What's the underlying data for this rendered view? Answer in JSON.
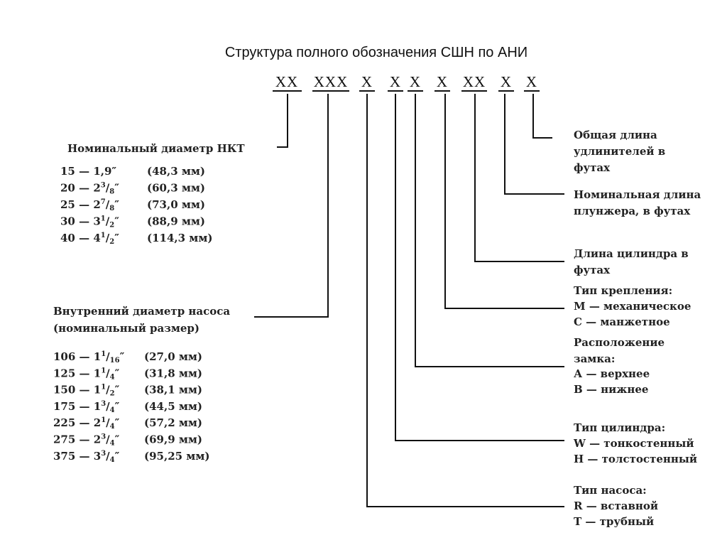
{
  "title": "Структура полного обозначения СШН по АНИ",
  "code_groups": [
    "XX",
    "XXX",
    "X",
    "X",
    "X",
    "X",
    "XX",
    "X",
    "X"
  ],
  "tubing": {
    "heading": "Номинальный диаметр НКТ",
    "rows": [
      {
        "code": "15",
        "size": "1,9″",
        "mm": "(48,3 мм)"
      },
      {
        "code": "20",
        "size": "2",
        "num": "3",
        "den": "8",
        "mm": "(60,3 мм)"
      },
      {
        "code": "25",
        "size": "2",
        "num": "7",
        "den": "8",
        "mm": "(73,0 мм)"
      },
      {
        "code": "30",
        "size": "3",
        "num": "1",
        "den": "2",
        "mm": "(88,9 мм)"
      },
      {
        "code": "40",
        "size": "4",
        "num": "1",
        "den": "2",
        "mm": "(114,3 мм)"
      }
    ]
  },
  "bore": {
    "heading_1": "Внутренний диаметр насоса",
    "heading_2": "(номинальный размер)",
    "rows": [
      {
        "code": "106",
        "size": "1",
        "num": "1",
        "den": "16",
        "mm": "(27,0 мм)"
      },
      {
        "code": "125",
        "size": "1",
        "num": "1",
        "den": "4",
        "mm": "(31,8 мм)"
      },
      {
        "code": "150",
        "size": "1",
        "num": "1",
        "den": "2",
        "mm": "(38,1 мм)"
      },
      {
        "code": "175",
        "size": "1",
        "num": "3",
        "den": "4",
        "mm": "(44,5 мм)"
      },
      {
        "code": "225",
        "size": "2",
        "num": "1",
        "den": "4",
        "mm": "(57,2 мм)"
      },
      {
        "code": "275",
        "size": "2",
        "num": "3",
        "den": "4",
        "mm": "(69,9 мм)"
      },
      {
        "code": "375",
        "size": "3",
        "num": "3",
        "den": "4",
        "mm": "(95,25 мм)"
      }
    ]
  },
  "right_labels": {
    "ext_length": [
      "Общая длина",
      "удлинителей в",
      "футах"
    ],
    "plunger_length": [
      "Номинальная длина",
      "плунжера, в футах"
    ],
    "cylinder_length": [
      "Длина цилиндра в",
      "футах"
    ],
    "mount_type": [
      "Тип крепления:",
      "М — механическое",
      "С — манжетное"
    ],
    "lock_position": [
      "Расположение",
      "замка:",
      "А — верхнее",
      "В — нижнее"
    ],
    "cylinder_type": [
      "Тип цилиндра:",
      "W — тонкостенный",
      "Н — толстостенный"
    ],
    "pump_type": [
      "Тип насоса:",
      "R — вставной",
      "Т — трубный"
    ]
  }
}
